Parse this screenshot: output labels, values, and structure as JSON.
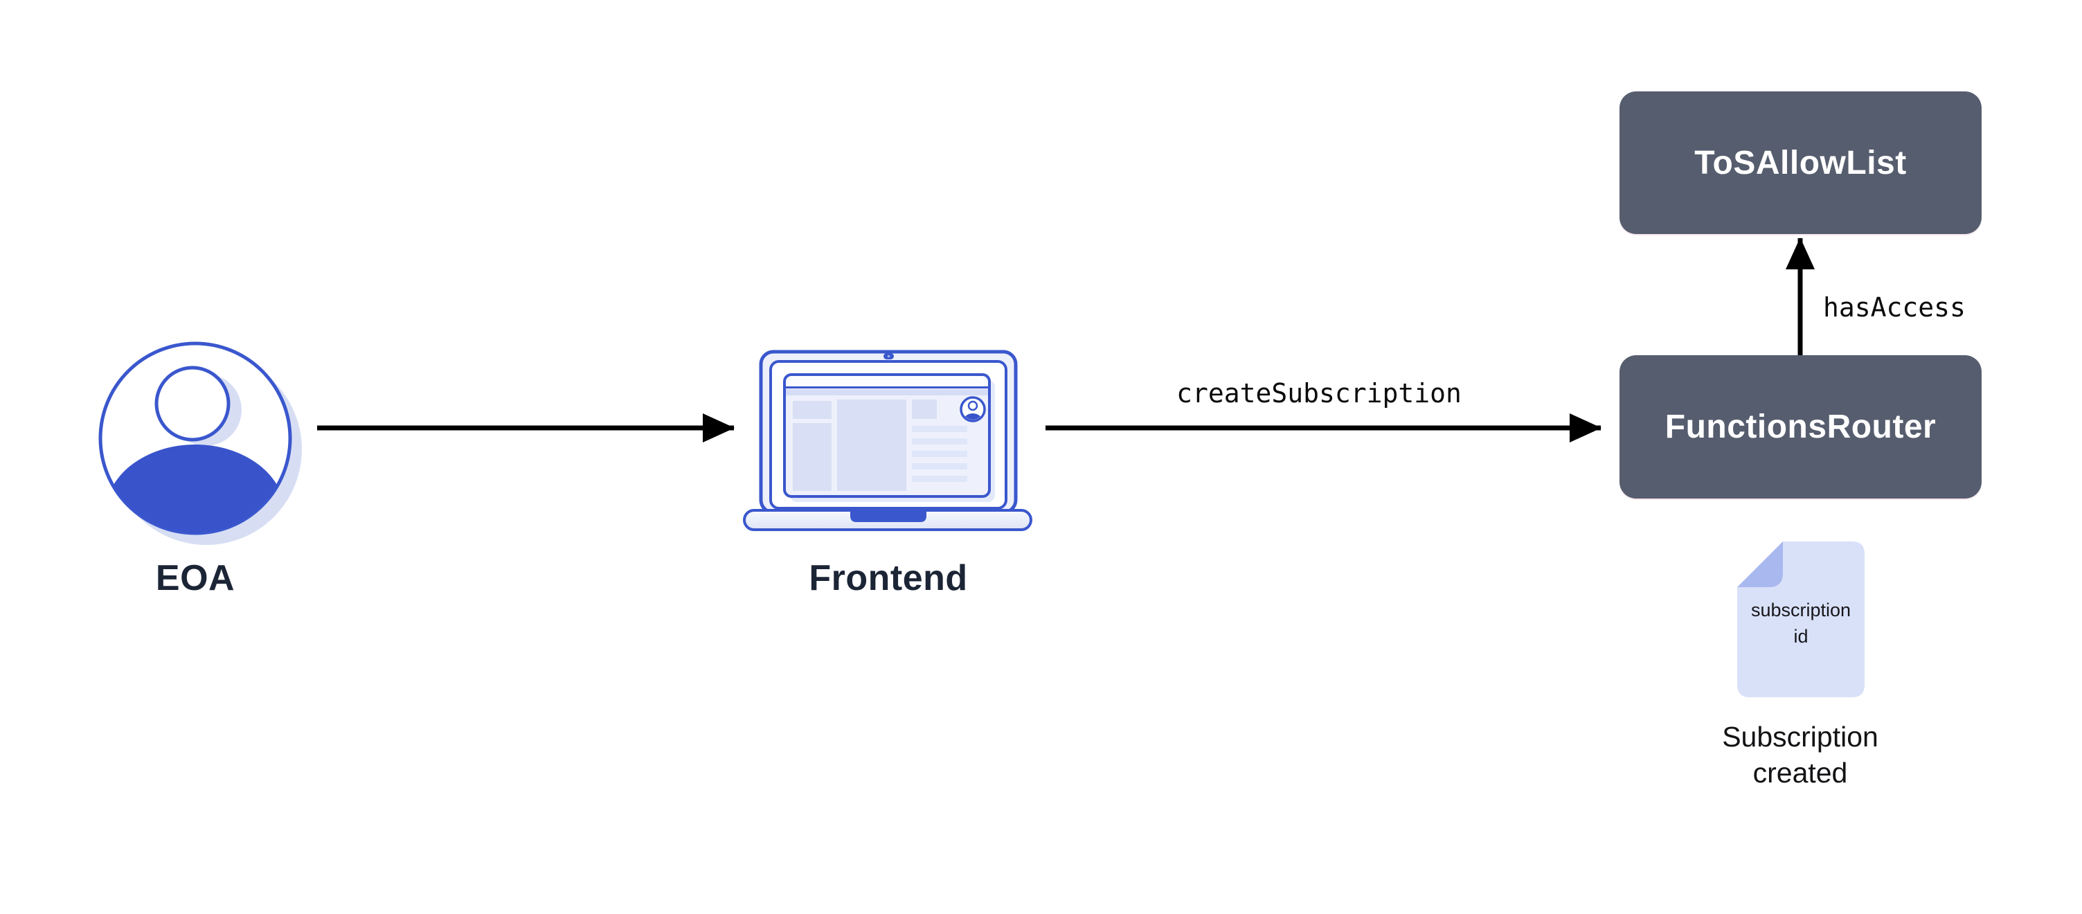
{
  "diagram": {
    "nodes": {
      "eoa": {
        "label": "EOA",
        "icon": "user-avatar-icon"
      },
      "frontend": {
        "label": "Frontend",
        "icon": "laptop-icon"
      },
      "functions_router": {
        "label": "FunctionsRouter",
        "type": "contract-box"
      },
      "tos_allow_list": {
        "label": "ToSAllowList",
        "type": "contract-box"
      }
    },
    "edges": {
      "eoa_to_frontend": {
        "label": ""
      },
      "frontend_to_functions_router": {
        "label": "createSubscription"
      },
      "functions_router_to_tos_allow_list": {
        "label": "hasAccess"
      }
    },
    "artifact": {
      "icon": "document-icon",
      "doc_line1": "subscription",
      "doc_line2": "id",
      "caption_line1": "Subscription",
      "caption_line2": "created"
    },
    "colors": {
      "background": "#ffffff",
      "accent_blue_stroke": "#3a57cd",
      "fill_blue": "#3953cb",
      "pale_blue_shadow": "#d7def4",
      "screen_fill": "#eef1fb",
      "block_fill": "#d9e0f5",
      "bar_fill": "#dfe6f9",
      "dark_box": "#565d6e",
      "box_text": "#ffffff",
      "label_navy": "#1c2536",
      "arrow_black": "#000000",
      "doc_body": "#d9e1f9",
      "doc_fold": "#a9b8ef"
    }
  }
}
